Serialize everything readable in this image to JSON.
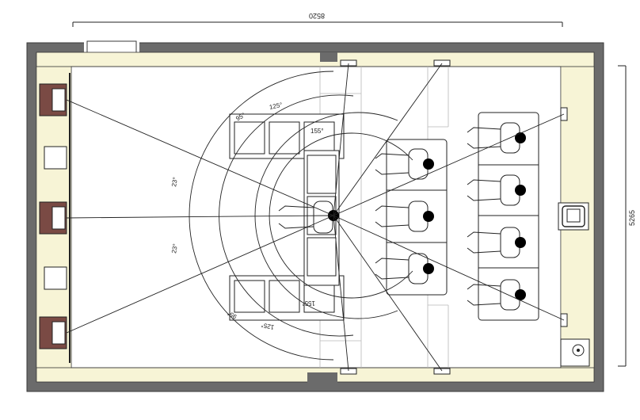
{
  "dimensions": {
    "width_label": "8520",
    "height_label": "5265"
  },
  "angles": {
    "upper_125": "125°",
    "upper_155": "155°",
    "upper_95": "95°",
    "lower_125": "125°",
    "lower_155": "155°",
    "lower_95": "95°",
    "left_23_top": "23°",
    "left_23_bottom": "23°"
  },
  "watermark": "",
  "colors": {
    "wall": "#6b6b6b",
    "wall_dark": "#3a3a3a",
    "panel": "#f7f4d6",
    "line": "#222222",
    "speaker": "#7a4a44"
  },
  "icons": {
    "speaker": "speaker-icon",
    "subwoofer": "subwoofer-icon",
    "projector": "projector-icon",
    "seat": "seat-icon"
  }
}
